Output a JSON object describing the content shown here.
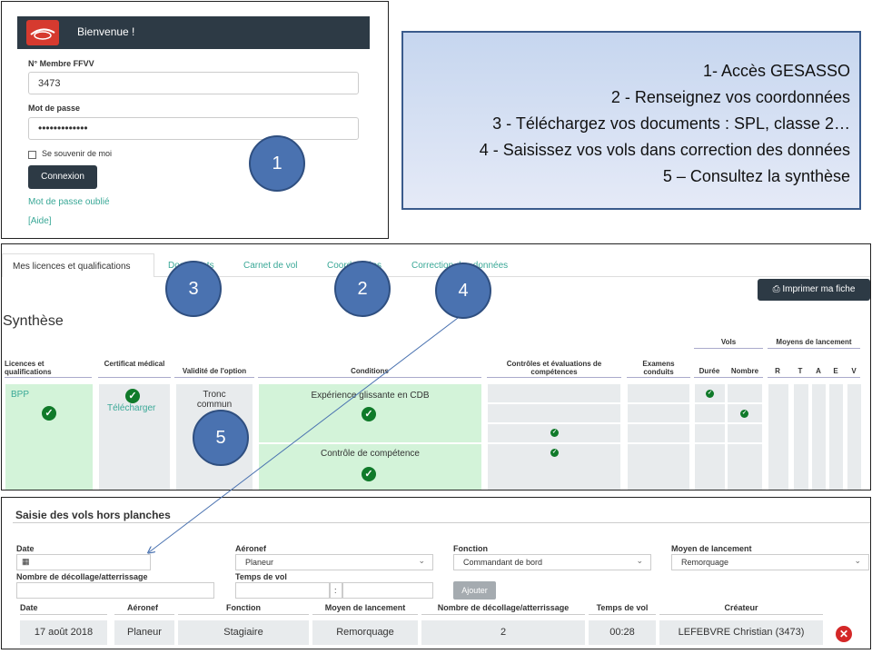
{
  "login": {
    "title": "Bienvenue !",
    "member_label": "N° Membre FFVV",
    "member_value": "3473",
    "password_label": "Mot de passe",
    "password_value": "•••••••••••••",
    "remember_label": "Se souvenir de moi",
    "connect_label": "Connexion",
    "forgot_label": "Mot de passe oublié",
    "help_label": "[Aide]"
  },
  "info": {
    "lines": [
      "1- Accès GESASSO",
      "2 - Renseignez vos coordonnées",
      "3 - Téléchargez vos documents : SPL, classe 2…",
      "4 - Saisissez vos vols dans correction des données",
      "5 – Consultez la synthèse"
    ]
  },
  "tabs": [
    "Mes licences et qualifications",
    "Documents",
    "Carnet de vol",
    "Coordonnées",
    "Correction des données"
  ],
  "print_label": "Imprimer ma fiche",
  "synthese": {
    "title": "Synthèse",
    "headers": {
      "licences": "Licences et qualifications",
      "certificat": "Certificat médical",
      "validite": "Validité de l'option",
      "conditions": "Conditions",
      "controles": "Contrôles et évaluations de compétences",
      "examens": "Examens conduits",
      "vols": "Vols",
      "duree": "Durée",
      "nombre": "Nombre",
      "moyens": "Moyens de lancement",
      "r": "R",
      "t": "T",
      "a": "A",
      "e": "E",
      "v": "V"
    },
    "row": {
      "licence": "BPP",
      "certificat_link": "Télécharger",
      "validite": "Tronc commun",
      "condition1": "Expérience glissante en CDB",
      "condition2": "Contrôle de compétence"
    }
  },
  "saisie": {
    "title": "Saisie des vols hors planches",
    "date_label": "Date",
    "aeronef_label": "Aéronef",
    "aeronef_value": "Planeur",
    "fonction_label": "Fonction",
    "fonction_value": "Commandant de bord",
    "moyen_label": "Moyen de lancement",
    "moyen_value": "Remorquage",
    "nombre_label": "Nombre de décollage/atterrissage",
    "temps_label": "Temps de vol",
    "colon": ":",
    "ajouter_label": "Ajouter",
    "columns": [
      "Date",
      "Aéronef",
      "Fonction",
      "Moyen de lancement",
      "Nombre de décollage/atterrissage",
      "Temps de vol",
      "Créateur"
    ],
    "rows": [
      [
        "17 août 2018",
        "Planeur",
        "Stagiaire",
        "Remorquage",
        "2",
        "00:28",
        "LEFEBVRE Christian (3473)"
      ]
    ]
  },
  "circles": [
    "1",
    "2",
    "3",
    "4",
    "5"
  ],
  "colors": {
    "accent": "#3aa897",
    "dark": "#2d3a45",
    "green": "#107a2a",
    "circle": "#4a72b0"
  }
}
